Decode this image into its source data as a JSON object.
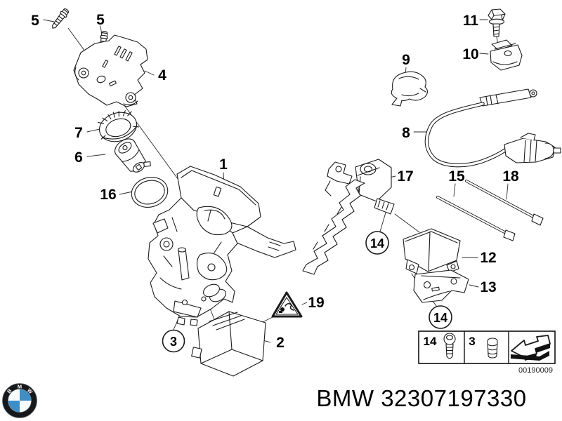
{
  "diagram": {
    "description": "exploded-parts-diagram-steering-lock",
    "callouts": {
      "c5a": "5",
      "c5b": "5",
      "c4": "4",
      "c7": "7",
      "c6": "6",
      "c16": "16",
      "c1": "1",
      "c11": "11",
      "c10": "10",
      "c9": "9",
      "c8": "8",
      "c17": "17",
      "c15": "15",
      "c18": "18",
      "c12": "12",
      "c13": "13",
      "c19": "19",
      "c2": "2"
    },
    "circled": {
      "c3": "3",
      "c14a": "14",
      "c14b": "14"
    },
    "legend": {
      "item14": "14",
      "item3": "3",
      "icons": [
        "torx-screw",
        "rubber-plug",
        "direction-arrow"
      ]
    },
    "drawing_number": "00190009",
    "colors": {
      "line": "#1a1a1a"
    }
  },
  "footer": {
    "brand_letters": [
      "B",
      "M",
      "W"
    ],
    "part_text": "BMW 32307197330",
    "logo_colors": {
      "ring": "#17181c",
      "blue": "#3f8ec6",
      "white": "#f7fafc"
    }
  }
}
